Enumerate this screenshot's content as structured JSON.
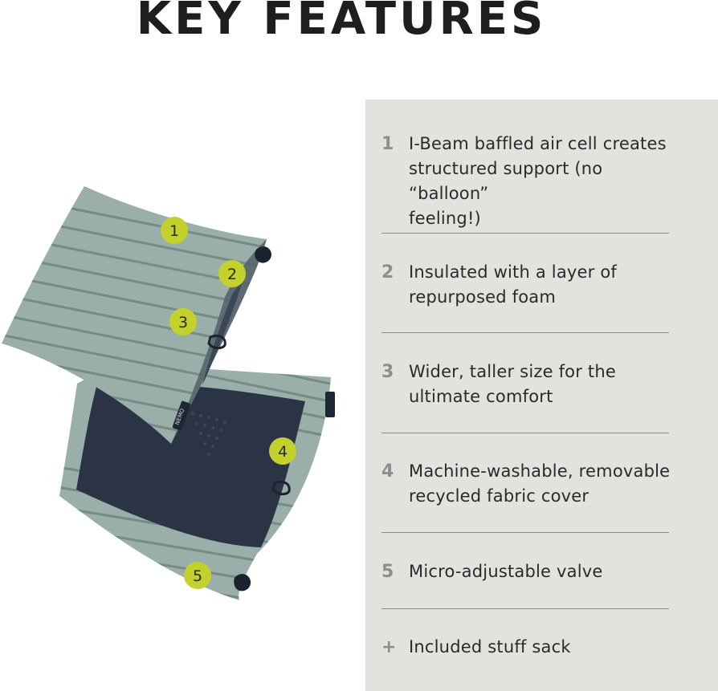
{
  "title": "KEY FEATURES",
  "colors": {
    "panel_background": "#e4e2de",
    "callout_marker": "#c4d02c",
    "pillow_fabric": "#9aaeaa",
    "pillow_stripe": "#6f8580",
    "pillow_dark_panel": "#2b3444"
  },
  "illustration": {
    "callouts": [
      "1",
      "2",
      "3",
      "4",
      "5"
    ],
    "brand_tag": "NEMO"
  },
  "features": [
    {
      "number": "1",
      "lines": [
        "I-Beam baffled air cell creates",
        "structured support (no “balloon”",
        "feeling!)"
      ]
    },
    {
      "number": "2",
      "lines": [
        "Insulated with a layer of",
        "repurposed foam"
      ]
    },
    {
      "number": "3",
      "lines": [
        "Wider, taller size for the",
        "ultimate comfort"
      ]
    },
    {
      "number": "4",
      "lines": [
        "Machine-washable, removable",
        "recycled fabric cover"
      ]
    },
    {
      "number": "5",
      "lines": [
        "Micro-adjustable valve"
      ]
    },
    {
      "number": "+",
      "lines": [
        "Included stuff sack"
      ]
    }
  ]
}
